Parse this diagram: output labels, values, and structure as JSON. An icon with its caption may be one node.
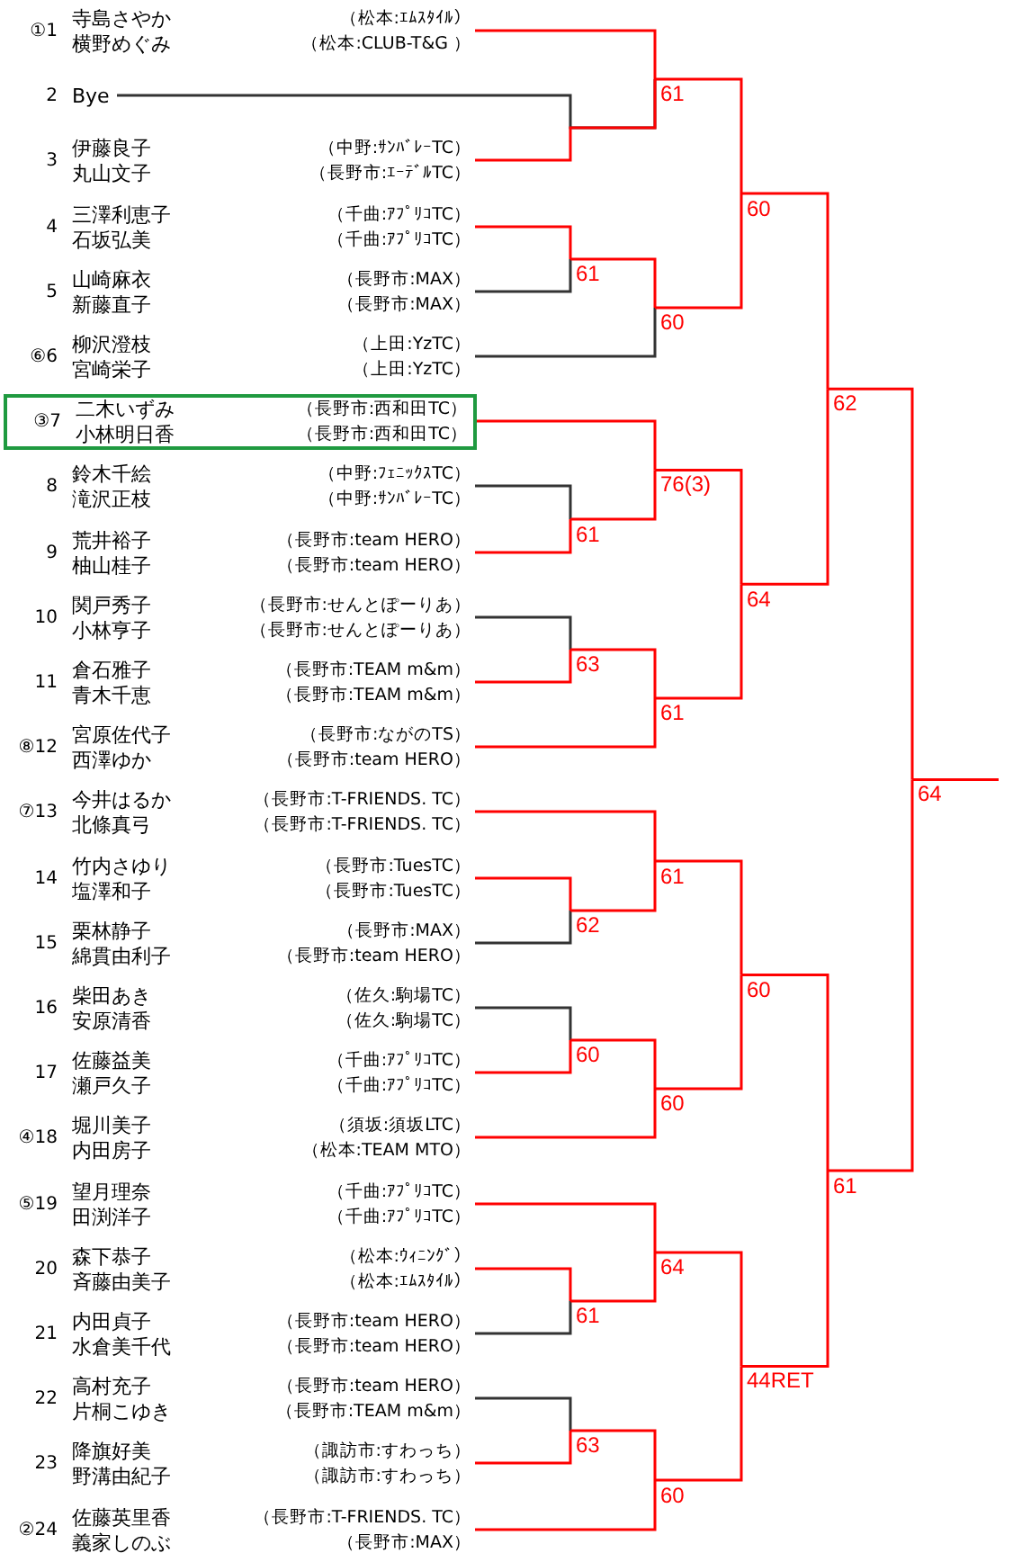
{
  "diagram": {
    "nodes": [
      {
        "text": [
          "①1",
          "寺島さやか",
          "（松本:ｴﾑｽﾀｲﾙ）",
          "横野めぐみ",
          "（松本:CLUB-T&G ）"
        ]
      },
      {
        "text": [
          "2",
          "Bye"
        ]
      },
      {
        "text": [
          "3",
          "伊藤良子",
          "（中野:ｻﾝﾊﾞﾚｰTC）",
          "丸山文子",
          "（長野市:ｴｰﾃﾞﾙTC）"
        ]
      },
      {
        "text": [
          "4",
          "三澤利恵子",
          "（千曲:ｱﾌﾟﾘｺTC）",
          "石坂弘美",
          "（千曲:ｱﾌﾟﾘｺTC）"
        ]
      },
      {
        "text": [
          "5",
          "山崎麻衣",
          "（長野市:MAX）",
          "新藤直子",
          "（長野市:MAX）"
        ]
      },
      {
        "text": [
          "⑥6",
          "柳沢澄枝",
          "（上田:YzTC）",
          "宮崎栄子",
          "（上田:YzTC）"
        ]
      },
      {
        "text": [
          "③7",
          "二木いずみ",
          "（長野市:西和田TC）",
          "小林明日香",
          "（長野市:西和田TC）"
        ]
      },
      {
        "text": [
          "8",
          "鈴木千絵",
          "（中野:ﾌｪﾆｯｸｽTC）",
          "滝沢正枝",
          "（中野:ｻﾝﾊﾞﾚｰTC）"
        ]
      },
      {
        "text": [
          "9",
          "荒井裕子",
          "（長野市:team HERO）",
          "柚山桂子",
          "（長野市:team HERO）"
        ]
      },
      {
        "text": [
          "10",
          "関戸秀子",
          "（長野市:せんとぽーりあ）",
          "小林亨子",
          "（長野市:せんとぽーりあ）"
        ]
      },
      {
        "text": [
          "11",
          "倉石雅子",
          "（長野市:TEAM m&m）",
          "青木千恵",
          "（長野市:TEAM m&m）"
        ]
      },
      {
        "text": [
          "⑧12",
          "宮原佐代子",
          "（長野市:ながのTS）",
          "西澤ゆか",
          "（長野市:team HERO）"
        ]
      },
      {
        "text": [
          "⑦13",
          "今井はるか",
          "（長野市:T-FRIENDS. TC）",
          "北條真弓",
          "（長野市:T-FRIENDS. TC）"
        ]
      },
      {
        "text": [
          "14",
          "竹内さゆり",
          "（長野市:TuesTC）",
          "塩澤和子",
          "（長野市:TuesTC）"
        ]
      },
      {
        "text": [
          "15",
          "栗林静子",
          "（長野市:MAX）",
          "綿貫由利子",
          "（長野市:team HERO）"
        ]
      },
      {
        "text": [
          "16",
          "柴田あき",
          "（佐久:駒場TC）",
          "安原清香",
          "（佐久:駒場TC）"
        ]
      },
      {
        "text": [
          "17",
          "佐藤益美",
          "（千曲:ｱﾌﾟﾘｺTC）",
          "瀬戸久子",
          "（千曲:ｱﾌﾟﾘｺTC）"
        ]
      },
      {
        "text": [
          "④18",
          "堀川美子",
          "（須坂:須坂LTC）",
          "内田房子",
          "（松本:TEAM MTO）"
        ]
      },
      {
        "text": [
          "⑤19",
          "望月理奈",
          "（千曲:ｱﾌﾟﾘｺTC）",
          "田渕洋子",
          "（千曲:ｱﾌﾟﾘｺTC）"
        ]
      },
      {
        "text": [
          "20",
          "森下恭子",
          "（松本:ｳｨﾆﾝｸﾞ）",
          "斉藤由美子",
          "（松本:ｴﾑｽﾀｲﾙ）"
        ]
      },
      {
        "text": [
          "21",
          "内田貞子",
          "（長野市:team HERO）",
          "水倉美千代",
          "（長野市:team HERO）"
        ]
      },
      {
        "text": [
          "22",
          "高村充子",
          "（長野市:team HERO）",
          "片桐こゆき",
          "（長野市:TEAM m&m）"
        ]
      },
      {
        "text": [
          "23",
          "降旗好美",
          "（諏訪市:すわっち）",
          "野溝由紀子",
          "（諏訪市:すわっち）"
        ]
      },
      {
        "text": [
          "②24",
          "佐藤英里香",
          "（長野市:T-FRIENDS. TC）",
          "義家しのぶ",
          "（長野市:MAX）"
        ]
      },
      {
        "text": [
          "61"
        ]
      },
      {
        "text": [
          "61"
        ]
      },
      {
        "text": [
          "60"
        ]
      },
      {
        "text": [
          "60"
        ]
      },
      {
        "text": [
          "61"
        ]
      },
      {
        "text": [
          "76(3)"
        ]
      },
      {
        "text": [
          "63"
        ]
      },
      {
        "text": [
          "61"
        ]
      },
      {
        "text": [
          "64"
        ]
      },
      {
        "text": [
          "62"
        ]
      },
      {
        "text": [
          "62"
        ]
      },
      {
        "text": [
          "61"
        ]
      },
      {
        "text": [
          "60"
        ]
      },
      {
        "text": [
          "60"
        ]
      },
      {
        "text": [
          "60"
        ]
      },
      {
        "text": [
          "61"
        ]
      },
      {
        "text": [
          "64"
        ]
      },
      {
        "text": [
          "63"
        ]
      },
      {
        "text": [
          "60"
        ]
      },
      {
        "text": [
          "44RET"
        ]
      },
      {
        "text": [
          "61"
        ]
      },
      {
        "text": [
          "64"
        ]
      }
    ],
    "edges": [
      {
        "from": 0,
        "to": 24,
        "arrow": "none",
        "color": "#ff0000"
      },
      {
        "from": 1,
        "to": 24,
        "arrow": "none",
        "color": "#333333"
      },
      {
        "from": 2,
        "to": 24,
        "arrow": "none",
        "color": "#ff0000"
      },
      {
        "from": 3,
        "to": 25,
        "arrow": "none",
        "color": "#ff0000"
      },
      {
        "from": 4,
        "to": 25,
        "arrow": "none",
        "color": "#333333"
      },
      {
        "from": 25,
        "to": 26,
        "arrow": "none",
        "color": "#ff0000"
      },
      {
        "from": 5,
        "to": 26,
        "arrow": "none",
        "color": "#333333"
      },
      {
        "from": 24,
        "to": 27,
        "arrow": "none",
        "color": "#ff0000"
      },
      {
        "from": 26,
        "to": 27,
        "arrow": "none",
        "color": "#ff0000"
      },
      {
        "from": 7,
        "to": 28,
        "arrow": "none",
        "color": "#333333"
      },
      {
        "from": 8,
        "to": 28,
        "arrow": "none",
        "color": "#ff0000"
      },
      {
        "from": 6,
        "to": 29,
        "arrow": "none",
        "color": "#ff0000"
      },
      {
        "from": 28,
        "to": 29,
        "arrow": "none",
        "color": "#ff0000"
      },
      {
        "from": 9,
        "to": 30,
        "arrow": "none",
        "color": "#333333"
      },
      {
        "from": 10,
        "to": 30,
        "arrow": "none",
        "color": "#ff0000"
      },
      {
        "from": 30,
        "to": 31,
        "arrow": "none",
        "color": "#ff0000"
      },
      {
        "from": 11,
        "to": 31,
        "arrow": "none",
        "color": "#ff0000"
      },
      {
        "from": 29,
        "to": 32,
        "arrow": "none",
        "color": "#ff0000"
      },
      {
        "from": 31,
        "to": 32,
        "arrow": "none",
        "color": "#ff0000"
      },
      {
        "from": 27,
        "to": 33,
        "arrow": "none",
        "color": "#ff0000"
      },
      {
        "from": 32,
        "to": 33,
        "arrow": "none",
        "color": "#ff0000"
      },
      {
        "from": 13,
        "to": 34,
        "arrow": "none",
        "color": "#ff0000"
      },
      {
        "from": 14,
        "to": 34,
        "arrow": "none",
        "color": "#333333"
      },
      {
        "from": 12,
        "to": 35,
        "arrow": "none",
        "color": "#ff0000"
      },
      {
        "from": 34,
        "to": 35,
        "arrow": "none",
        "color": "#ff0000"
      },
      {
        "from": 15,
        "to": 36,
        "arrow": "none",
        "color": "#333333"
      },
      {
        "from": 16,
        "to": 36,
        "arrow": "none",
        "color": "#ff0000"
      },
      {
        "from": 36,
        "to": 37,
        "arrow": "none",
        "color": "#ff0000"
      },
      {
        "from": 17,
        "to": 37,
        "arrow": "none",
        "color": "#ff0000"
      },
      {
        "from": 35,
        "to": 38,
        "arrow": "none",
        "color": "#ff0000"
      },
      {
        "from": 37,
        "to": 38,
        "arrow": "none",
        "color": "#ff0000"
      },
      {
        "from": 19,
        "to": 39,
        "arrow": "none",
        "color": "#ff0000"
      },
      {
        "from": 20,
        "to": 39,
        "arrow": "none",
        "color": "#333333"
      },
      {
        "from": 18,
        "to": 40,
        "arrow": "none",
        "color": "#ff0000"
      },
      {
        "from": 39,
        "to": 40,
        "arrow": "none",
        "color": "#ff0000"
      },
      {
        "from": 21,
        "to": 41,
        "arrow": "none",
        "color": "#333333"
      },
      {
        "from": 22,
        "to": 41,
        "arrow": "none",
        "color": "#ff0000"
      },
      {
        "from": 41,
        "to": 42,
        "arrow": "none",
        "color": "#ff0000"
      },
      {
        "from": 23,
        "to": 42,
        "arrow": "none",
        "color": "#ff0000"
      },
      {
        "from": 40,
        "to": 43,
        "arrow": "none",
        "color": "#ff0000"
      },
      {
        "from": 42,
        "to": 43,
        "arrow": "none",
        "color": "#ff0000"
      },
      {
        "from": 38,
        "to": 44,
        "arrow": "none",
        "color": "#ff0000"
      },
      {
        "from": 43,
        "to": 44,
        "arrow": "none",
        "color": "#ff0000"
      },
      {
        "from": 33,
        "to": 45,
        "arrow": "none",
        "color": "#ff0000"
      },
      {
        "from": 44,
        "to": 45,
        "arrow": "none",
        "color": "#ff0000"
      },
      {
        "from": 45,
        "to": null,
        "arrow": "none",
        "color": "#ff0000"
      }
    ]
  }
}
